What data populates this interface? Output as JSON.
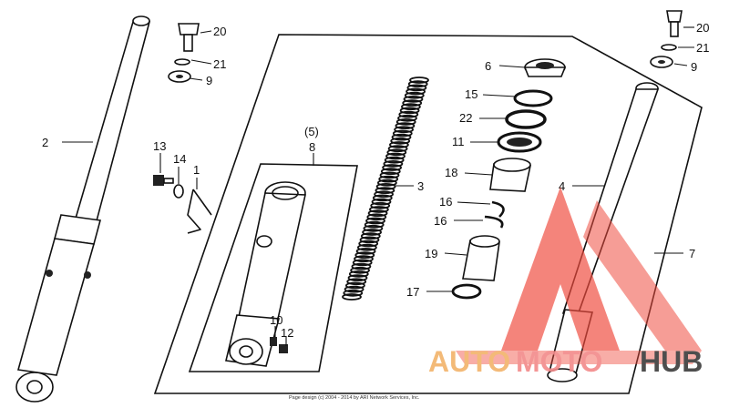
{
  "callouts": {
    "p1": "1",
    "p2": "2",
    "p3": "3",
    "p4": "4",
    "p5": "(5)",
    "p6": "6",
    "p7": "7",
    "p8": "8",
    "p9a": "9",
    "p9b": "9",
    "p10": "10",
    "p11": "11",
    "p12": "12",
    "p13": "13",
    "p14": "14",
    "p15": "15",
    "p16a": "16",
    "p16b": "16",
    "p17": "17",
    "p18": "18",
    "p19": "19",
    "p20a": "20",
    "p20b": "20",
    "p21a": "21",
    "p21b": "21",
    "p22": "22"
  },
  "copyright": "Page design (c) 2004 - 2014 by ARI Network Services, Inc.",
  "watermark": {
    "word_a": "AUTO",
    "word_b": "MOTO",
    "word_c": "HUB",
    "color_a": "#f2b36a",
    "color_b": "#f28a8a",
    "color_c": "#3b3b3b",
    "logo_color": "#ef4a3c"
  }
}
